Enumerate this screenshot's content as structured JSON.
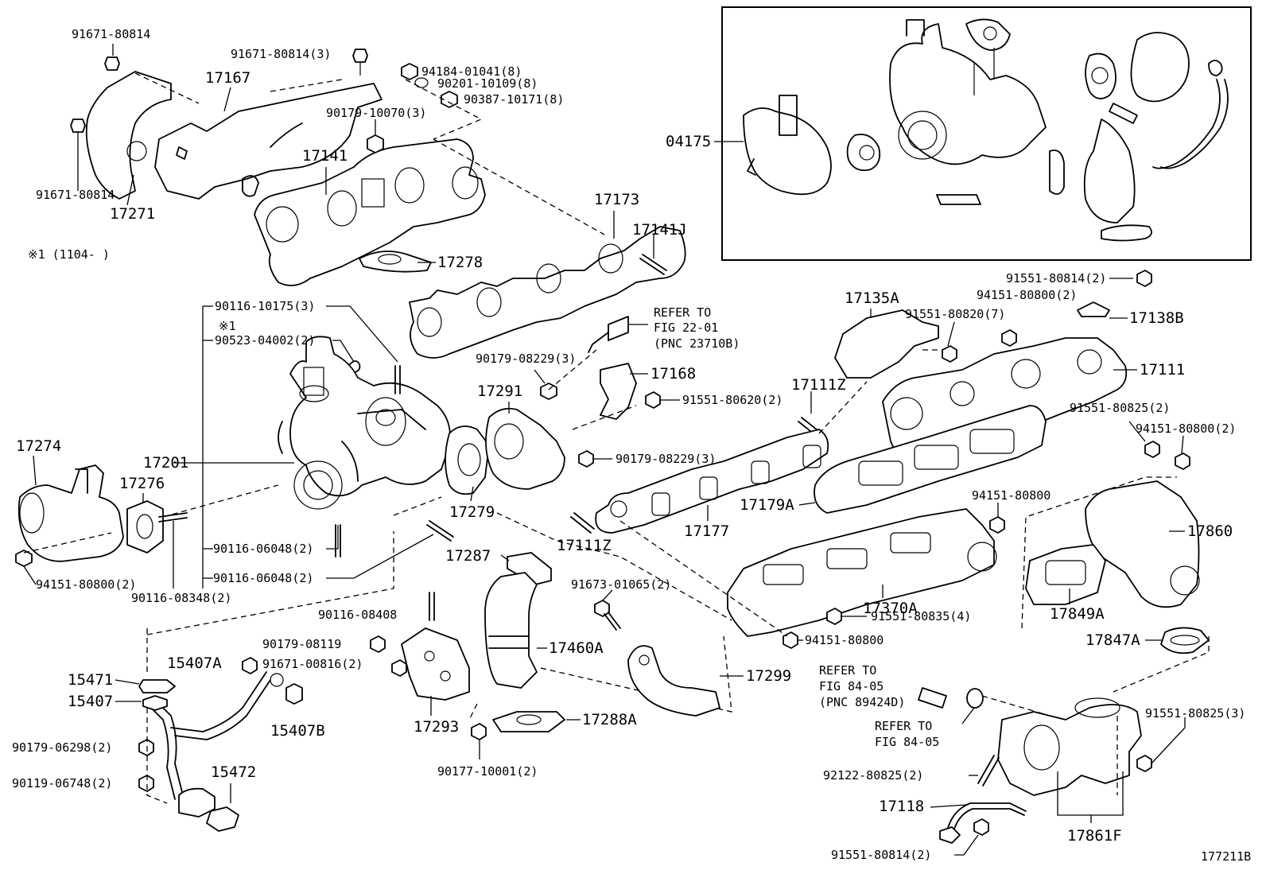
{
  "figure_id": "177211B",
  "kit_box": {
    "label": "04175"
  },
  "note": "※1 (1104-        )",
  "labels": {
    "p91671_80814_a": "91671-80814",
    "p91671_80814_3": "91671-80814(3)",
    "p91671_80814_b": "91671-80814",
    "p17167": "17167",
    "p17271": "17271",
    "p17141": "17141",
    "p94184": "94184-01041(8)",
    "p90201": "90201-10109(8)",
    "p90387": "90387-10171(8)",
    "p90179_10070": "90179-10070(3)",
    "p17173": "17173",
    "p17141J": "17141J",
    "p17278": "17278",
    "p90116_10175": "90116-10175(3)",
    "p_mark1": "※1",
    "p90523": "90523-04002(2)",
    "ref1_line1": "REFER TO",
    "ref1_line2": "FIG 22-01",
    "ref1_line3": "(PNC 23710B)",
    "p90179_08229_a": "90179-08229(3)",
    "p17168": "17168",
    "p17291": "17291",
    "p91551_80620": "91551-80620(2)",
    "p17274": "17274",
    "p17201": "17201",
    "p17276": "17276",
    "p90179_08229_b": "90179-08229(3)",
    "p17279": "17279",
    "p90116_06048_a": "90116-06048(2)",
    "p90116_06048_b": "90116-06048(2)",
    "p94151_80800_2_left": "94151-80800(2)",
    "p90116_08348": "90116-08348(2)",
    "p17287": "17287",
    "p17111Z_a": "17111Z",
    "p17111Z_b": "17111Z",
    "p91673": "91673-01065(2)",
    "p90116_08408": "90116-08408",
    "p90179_08119": "90179-08119",
    "p15407A": "15407A",
    "p91671_00816": "91671-00816(2)",
    "p17460A": "17460A",
    "p15471": "15471",
    "p15407": "15407",
    "p15407B": "15407B",
    "p17293": "17293",
    "p17288A": "17288A",
    "p17299": "17299",
    "p90179_06298": "90179-06298(2)",
    "p90119_06748": "90119-06748(2)",
    "p15472": "15472",
    "p90177_10001": "90177-10001(2)",
    "p17135A": "17135A",
    "p91551_80820": "91551-80820(7)",
    "p91551_80814_2_top": "91551-80814(2)",
    "p94151_80800_2_top": "94151-80800(2)",
    "p17138B": "17138B",
    "p17111": "17111",
    "p91551_80825_2": "91551-80825(2)",
    "p94151_80800_2_right": "94151-80800(2)",
    "p17179A": "17179A",
    "p17177": "17177",
    "p94151_80800_mid": "94151-80800",
    "p17860": "17860",
    "p17370A": "17370A",
    "p17849A": "17849A",
    "p91551_80835": "91551-80835(4)",
    "p94151_80800_low": "94151-80800",
    "p17847A": "17847A",
    "ref2_line1": "REFER TO",
    "ref2_line2": "FIG 84-05",
    "ref2_line3": "(PNC 89424D)",
    "ref3_line1": "REFER TO",
    "ref3_line2": "FIG 84-05",
    "p91551_80825_3": "91551-80825(3)",
    "p92122": "92122-80825(2)",
    "p17118": "17118",
    "p17861F": "17861F",
    "p91551_80814_2_bot": "91551-80814(2)"
  }
}
